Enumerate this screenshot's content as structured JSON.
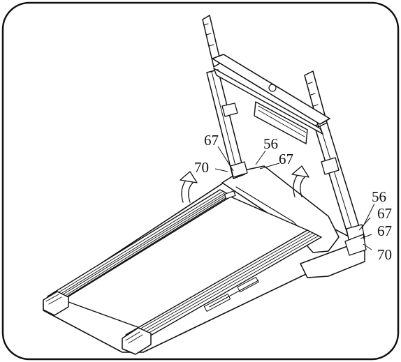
{
  "diagram": {
    "callouts": [
      {
        "id": "c1",
        "text": "67"
      },
      {
        "id": "c2",
        "text": "56"
      },
      {
        "id": "c3",
        "text": "70"
      },
      {
        "id": "c4",
        "text": "67"
      },
      {
        "id": "c5",
        "text": "56"
      },
      {
        "id": "c6",
        "text": "67"
      },
      {
        "id": "c7",
        "text": "67"
      },
      {
        "id": "c8",
        "text": "70"
      }
    ]
  }
}
